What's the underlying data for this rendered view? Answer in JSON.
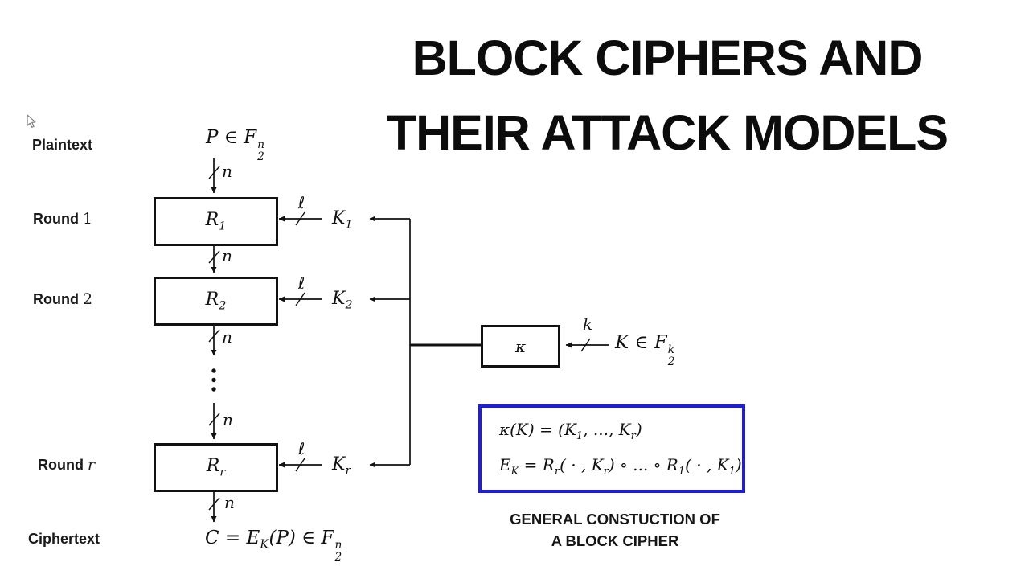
{
  "title": {
    "line1": "BLOCK CIPHERS AND",
    "line2": "THEIR ATTACK MODELS"
  },
  "labels": {
    "plaintext": "Plaintext",
    "ciphertext": "Ciphertext",
    "round_word": "Round",
    "round_nums": [
      "1",
      "2",
      "r"
    ]
  },
  "flow": {
    "plaintext_formula": [
      [
        "t",
        "P ∈ F"
      ],
      [
        "st",
        "n",
        "2"
      ]
    ],
    "ciphertext_formula": [
      [
        "t",
        "C = E"
      ],
      [
        "s",
        "K"
      ],
      [
        "t",
        "(P) ∈ F"
      ],
      [
        "st",
        "n",
        "2"
      ]
    ],
    "round_boxes": [
      [
        [
          "t",
          "R"
        ],
        [
          "s",
          "1"
        ]
      ],
      [
        [
          "t",
          "R"
        ],
        [
          "s",
          "2"
        ]
      ],
      [
        [
          "t",
          "R"
        ],
        [
          "s",
          "r"
        ]
      ]
    ],
    "round_keys": [
      [
        [
          "t",
          "K"
        ],
        [
          "s",
          "1"
        ]
      ],
      [
        [
          "t",
          "K"
        ],
        [
          "s",
          "2"
        ]
      ],
      [
        [
          "t",
          "K"
        ],
        [
          "s",
          "r"
        ]
      ]
    ],
    "n_label": "n",
    "ell_label": "ℓ",
    "k_label": "k",
    "kappa": "κ",
    "key_formula": [
      [
        "t",
        "K ∈ F"
      ],
      [
        "st",
        "k",
        "2"
      ]
    ]
  },
  "construction": {
    "formula1": [
      [
        "t",
        "κ(K) = (K"
      ],
      [
        "s",
        "1"
      ],
      [
        "t",
        ", ..., K"
      ],
      [
        "s",
        "r"
      ],
      [
        "t",
        ")"
      ]
    ],
    "formula2": [
      [
        "t",
        "E"
      ],
      [
        "s",
        "K"
      ],
      [
        "t",
        " = R"
      ],
      [
        "s",
        "r"
      ],
      [
        "t",
        "( · , K"
      ],
      [
        "s",
        "r"
      ],
      [
        "t",
        ") ∘ ... ∘ R"
      ],
      [
        "s",
        "1"
      ],
      [
        "t",
        "( · , K"
      ],
      [
        "s",
        "1"
      ],
      [
        "t",
        ")"
      ]
    ],
    "caption1": "GENERAL CONSTUCTION OF",
    "caption2": "A BLOCK CIPHER"
  },
  "colors": {
    "accent_blue": "#1e1ed6",
    "ink": "#111111"
  }
}
